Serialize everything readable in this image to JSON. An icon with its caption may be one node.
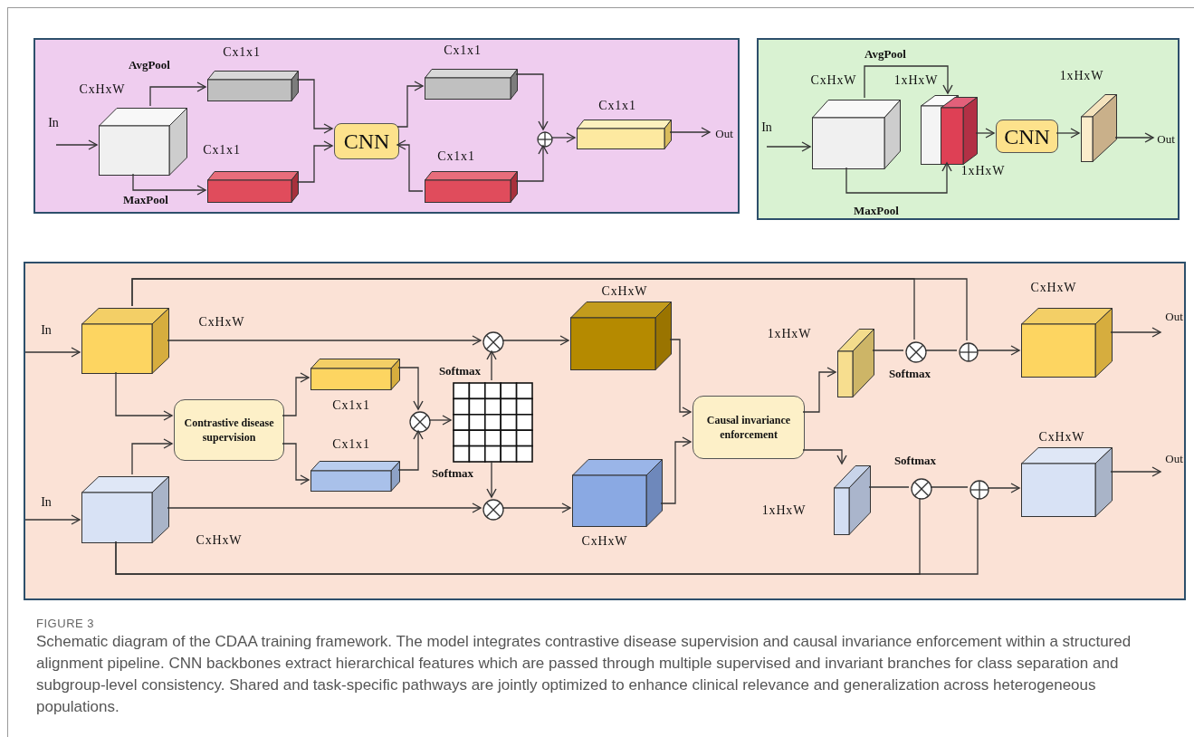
{
  "diagram": {
    "title": "FIGURE 3",
    "caption": "Schematic diagram of the CDAA training framework. The model integrates contrastive disease supervision and causal invariance enforcement within a structured alignment pipeline. CNN backbones extract hierarchical features which are passed through multiple supervised and invariant branches for class separation and subgroup-level consistency. Shared and task-specific pathways are jointly optimized to enhance clinical relevance and generalization across heterogeneous populations.",
    "nodes": [
      {
        "text": [],
        "shape": "box"
      },
      {
        "text": [],
        "shape": "cuboid",
        "in": 0,
        "beside": [
          "CxHxW"
        ]
      },
      {
        "text": [],
        "shape": "cuboid",
        "in": 0,
        "beside": [
          "Cx1x1"
        ]
      },
      {
        "text": [],
        "shape": "cuboid",
        "in": 0,
        "beside": [
          "Cx1x1"
        ]
      },
      {
        "text": [
          "CNN"
        ],
        "in": 0
      },
      {
        "text": [],
        "shape": "cuboid",
        "in": 0,
        "beside": [
          "Cx1x1"
        ]
      },
      {
        "text": [],
        "shape": "cuboid",
        "in": 0,
        "beside": [
          "Cx1x1"
        ]
      },
      {
        "text": [],
        "shape": "adder",
        "in": 0
      },
      {
        "text": [],
        "shape": "cuboid",
        "in": 0,
        "beside": [
          "Cx1x1"
        ]
      },
      {
        "text": [],
        "shape": "box"
      },
      {
        "text": [],
        "shape": "cuboid",
        "in": 9,
        "beside": [
          "CxHxW"
        ]
      },
      {
        "text": [],
        "shape": "cuboid",
        "in": 9,
        "beside": [
          "1xHxW"
        ]
      },
      {
        "text": [],
        "shape": "cuboid",
        "in": 9,
        "beside": [
          "1xHxW"
        ]
      },
      {
        "text": [
          "CNN"
        ],
        "in": 9
      },
      {
        "text": [],
        "shape": "cuboid",
        "in": 9,
        "beside": [
          "1xHxW"
        ]
      },
      {
        "text": [],
        "shape": "box"
      },
      {
        "text": [],
        "shape": "cuboid",
        "in": 15,
        "beside": [
          "CxHxW"
        ]
      },
      {
        "text": [],
        "shape": "cuboid",
        "in": 15,
        "beside": [
          "CxHxW"
        ]
      },
      {
        "text": [
          "Contrastive disease supervision"
        ],
        "in": 15
      },
      {
        "text": [],
        "shape": "cuboid",
        "in": 15,
        "beside": [
          "Cx1x1"
        ]
      },
      {
        "text": [],
        "shape": "cuboid",
        "in": 15,
        "beside": [
          "Cx1x1"
        ]
      },
      {
        "text": [],
        "shape": "multiplier",
        "in": 15
      },
      {
        "text": [],
        "shape": "grid",
        "in": 15,
        "beside": [
          "Softmax",
          "Softmax"
        ]
      },
      {
        "text": [],
        "shape": "multiplier",
        "in": 15
      },
      {
        "text": [],
        "shape": "multiplier",
        "in": 15
      },
      {
        "text": [],
        "shape": "cuboid",
        "in": 15,
        "beside": [
          "CxHxW"
        ]
      },
      {
        "text": [],
        "shape": "cuboid",
        "in": 15,
        "beside": [
          "CxHxW"
        ]
      },
      {
        "text": [
          "Causal invariance enforcement"
        ],
        "in": 15
      },
      {
        "text": [],
        "shape": "cuboid",
        "in": 15,
        "beside": [
          "1xHxW"
        ]
      },
      {
        "text": [],
        "shape": "multiplier",
        "in": 15,
        "beside": [
          "Softmax"
        ]
      },
      {
        "text": [],
        "shape": "adder",
        "in": 15
      },
      {
        "text": [],
        "shape": "cuboid",
        "in": 15,
        "beside": [
          "CxHxW"
        ]
      },
      {
        "text": [],
        "shape": "cuboid",
        "in": 15,
        "beside": [
          "1xHxW"
        ]
      },
      {
        "text": [],
        "shape": "multiplier",
        "in": 15,
        "beside": [
          "Softmax"
        ]
      },
      {
        "text": [],
        "shape": "adder",
        "in": 15
      },
      {
        "text": [],
        "shape": "cuboid",
        "in": 15,
        "beside": [
          "CxHxW"
        ]
      },
      {
        "text": [
          "Out"
        ],
        "in": 0
      },
      {
        "text": [
          "Out"
        ],
        "in": 9
      },
      {
        "text": [
          "Out"
        ],
        "in": 15
      },
      {
        "text": [
          "Out"
        ],
        "in": 15
      }
    ],
    "edges": [
      {
        "from": null,
        "to": 1,
        "arrow": "to"
      },
      {
        "from": 1,
        "to": 2,
        "arrow": "to",
        "label": "AvgPool"
      },
      {
        "from": 1,
        "to": 3,
        "arrow": "to",
        "label": "MaxPool"
      },
      {
        "from": 2,
        "to": 4,
        "arrow": "to"
      },
      {
        "from": 3,
        "to": 4,
        "arrow": "to"
      },
      {
        "from": 4,
        "to": 5,
        "arrow": "to"
      },
      {
        "from": 6,
        "to": 4,
        "arrow": "to"
      },
      {
        "from": 5,
        "to": 7,
        "arrow": "to"
      },
      {
        "from": 6,
        "to": 7,
        "arrow": "to"
      },
      {
        "from": 7,
        "to": 8,
        "arrow": "to"
      },
      {
        "from": 8,
        "to": 36,
        "arrow": "to"
      },
      {
        "from": null,
        "to": 10,
        "arrow": "to"
      },
      {
        "from": 10,
        "to": 11,
        "arrow": "to",
        "label": "AvgPool"
      },
      {
        "from": 10,
        "to": 12,
        "arrow": "to",
        "label": "MaxPool"
      },
      {
        "from": 12,
        "to": 13,
        "arrow": "to"
      },
      {
        "from": 13,
        "to": 14,
        "arrow": "to"
      },
      {
        "from": 14,
        "to": 37,
        "arrow": "to"
      },
      {
        "from": null,
        "to": 16,
        "arrow": "to"
      },
      {
        "from": null,
        "to": 17,
        "arrow": "to"
      },
      {
        "from": 16,
        "to": 23,
        "arrow": "to"
      },
      {
        "from": 16,
        "to": 18,
        "arrow": "to"
      },
      {
        "from": 17,
        "to": 18,
        "arrow": "to"
      },
      {
        "from": 18,
        "to": 19,
        "arrow": "to"
      },
      {
        "from": 18,
        "to": 20,
        "arrow": "to"
      },
      {
        "from": 19,
        "to": 21,
        "arrow": "to"
      },
      {
        "from": 20,
        "to": 21,
        "arrow": "to"
      },
      {
        "from": 21,
        "to": 22,
        "arrow": "to"
      },
      {
        "from": 22,
        "to": 23,
        "arrow": "to"
      },
      {
        "from": 22,
        "to": 24,
        "arrow": "to"
      },
      {
        "from": 17,
        "to": 24,
        "arrow": "to"
      },
      {
        "from": 23,
        "to": 25,
        "arrow": "to"
      },
      {
        "from": 24,
        "to": 26,
        "arrow": "to"
      },
      {
        "from": 25,
        "to": 27,
        "arrow": "to"
      },
      {
        "from": 26,
        "to": 27,
        "arrow": "to"
      },
      {
        "from": 27,
        "to": 28,
        "arrow": "to"
      },
      {
        "from": 27,
        "to": 32,
        "arrow": "to"
      },
      {
        "from": 28,
        "to": 29,
        "arrow": "none"
      },
      {
        "from": 29,
        "to": 30,
        "arrow": "none"
      },
      {
        "from": 30,
        "to": 31,
        "arrow": "to"
      },
      {
        "from": 31,
        "to": 38,
        "arrow": "to"
      },
      {
        "from": 16,
        "to": 29,
        "arrow": "none"
      },
      {
        "from": 16,
        "to": 30,
        "arrow": "none"
      },
      {
        "from": 32,
        "to": 33,
        "arrow": "none"
      },
      {
        "from": 33,
        "to": 34,
        "arrow": "none"
      },
      {
        "from": 34,
        "to": 35,
        "arrow": "to"
      },
      {
        "from": 35,
        "to": 39,
        "arrow": "to"
      },
      {
        "from": 17,
        "to": 33,
        "arrow": "none"
      },
      {
        "from": 17,
        "to": 34,
        "arrow": "none"
      }
    ],
    "labels": [
      "In",
      "In",
      "In",
      "In"
    ]
  }
}
